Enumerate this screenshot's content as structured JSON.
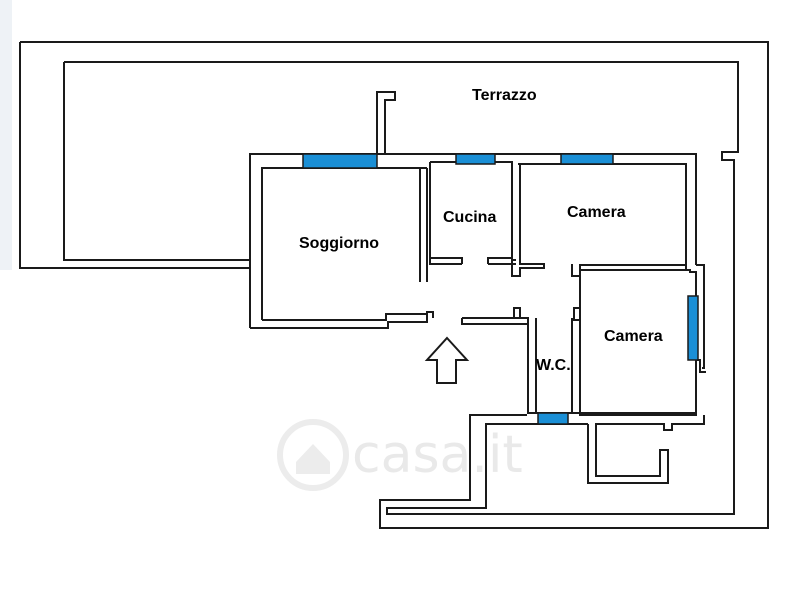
{
  "plan": {
    "rooms": {
      "terrazzo": "Terrazzo",
      "soggiorno": "Soggiorno",
      "cucina": "Cucina",
      "camera_top": "Camera",
      "camera_right": "Camera",
      "wc": "W.C."
    },
    "watermark": "casa.it",
    "colors": {
      "wall": "#1a1a1a",
      "window": "#1a8fd6",
      "background": "#ffffff",
      "watermark": "#e9e9e9"
    }
  }
}
